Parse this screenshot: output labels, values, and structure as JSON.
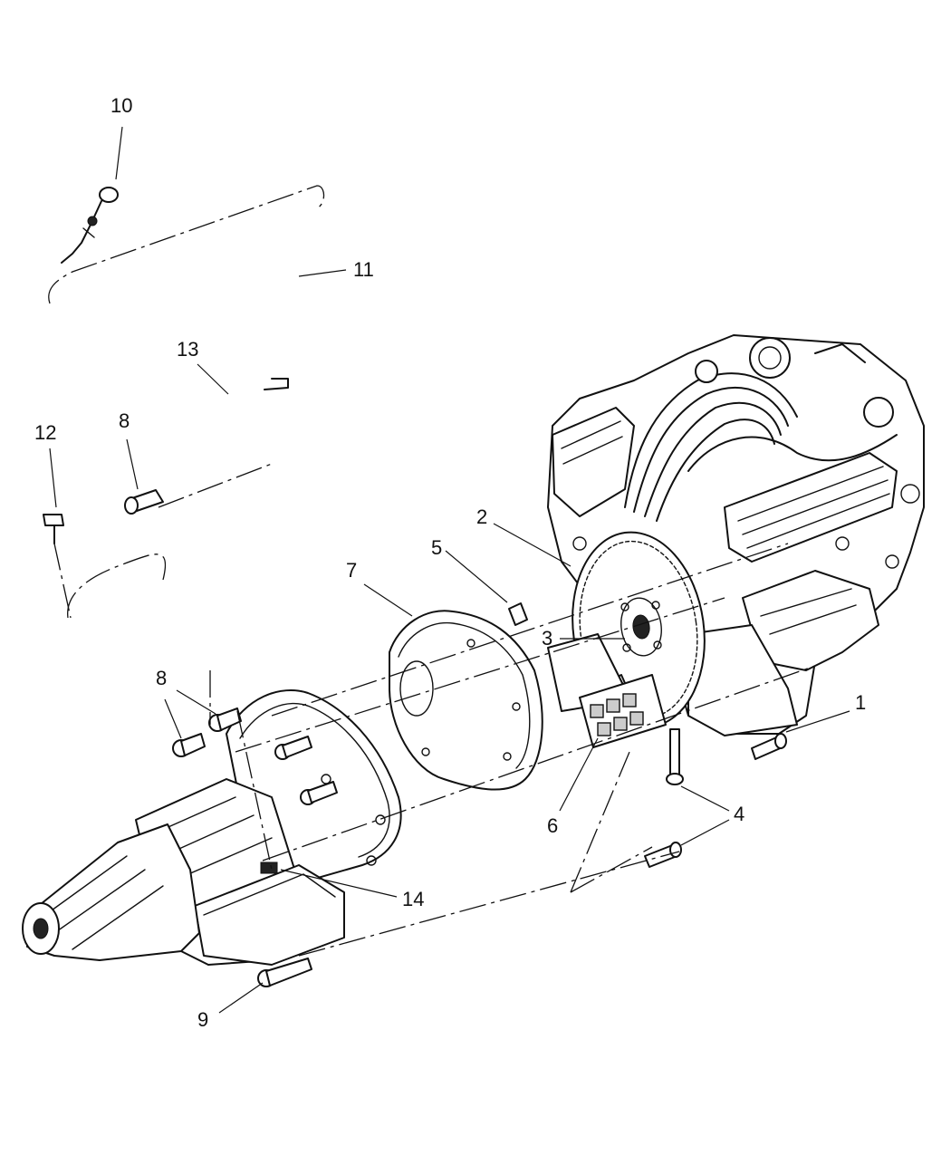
{
  "callouts": {
    "c1": "1",
    "c2": "2",
    "c3": "3",
    "c4": "4",
    "c5": "5",
    "c6": "6",
    "c7": "7",
    "c8a": "8",
    "c8b": "8",
    "c9": "9",
    "c10": "10",
    "c11": "11",
    "c12": "12",
    "c13": "13",
    "c14": "14"
  },
  "colors": {
    "ink": "#111111",
    "background": "#ffffff"
  }
}
